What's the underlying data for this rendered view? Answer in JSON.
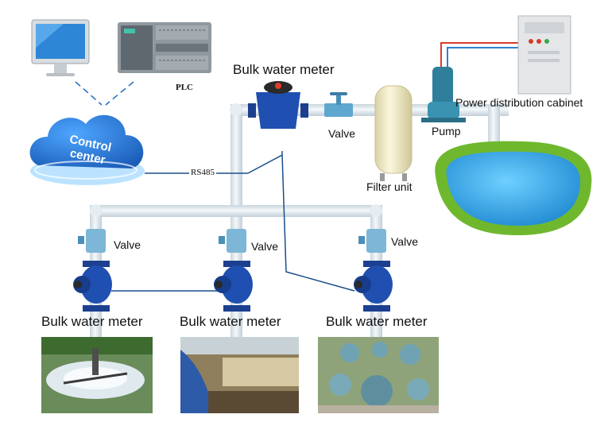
{
  "labels": {
    "bulk_water_meter_top": "Bulk water meter",
    "plc": "PLC",
    "control_center_line1": "Control",
    "control_center_line2": "center",
    "valve_top": "Valve",
    "filter_unit": "Filter unit",
    "pump": "Pump",
    "power_distribution_cabinet": "Power distribution cabinet",
    "rs485": "RS485",
    "valve_left": "Valve",
    "valve_middle": "Valve",
    "valve_right": "Valve",
    "bulk_water_meter_left": "Bulk water meter",
    "bulk_water_meter_middle": "Bulk water meter",
    "bulk_water_meter_right": "Bulk water meter"
  },
  "colors": {
    "pipe": "#dfe8ee",
    "pipe_edge": "#b9c7d1",
    "meter_blue": "#1f4fb0",
    "signal_line": "#1a4e8a",
    "cloud_blue": "#2a7fd4",
    "pool_water": "#39aee8",
    "pool_grass": "#6fb82e",
    "plc_gray": "#8f989e",
    "cabinet": "#e4e6e8"
  },
  "icons": {
    "computer": "computer-monitor-icon",
    "plc": "plc-controller-icon",
    "cloud": "cloud-icon",
    "cabinet": "power-cabinet-icon",
    "pump": "pump-icon",
    "filter": "filter-tank-icon",
    "meter": "water-meter-icon",
    "valve": "valve-icon"
  }
}
